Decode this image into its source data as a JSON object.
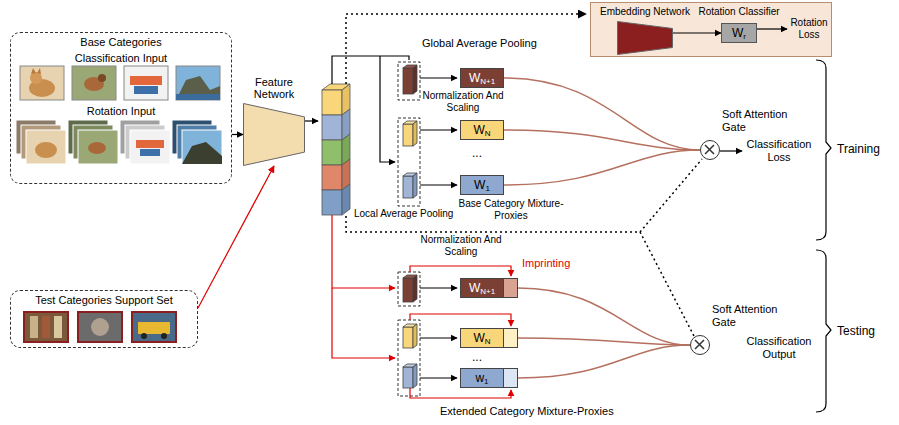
{
  "diagram": {
    "nodes": [
      {
        "text": [
          "Base Categories",
          "Classification Input",
          "Rotation Input"
        ]
      },
      {
        "text": [
          "Feature Network"
        ]
      },
      {
        "text": [
          "Test Categories Support Set"
        ]
      },
      {
        "text": []
      },
      {
        "text": [
          "Embedding Network"
        ],
        "in": 3
      },
      {
        "text": [
          "Rotation Classifier",
          "W",
          "r"
        ],
        "in": 3
      },
      {
        "text": [
          "Rotation Loss"
        ],
        "in": 3
      },
      {
        "text": [
          "W",
          "N+1"
        ]
      },
      {
        "text": [
          "W",
          "N"
        ]
      },
      {
        "text": [
          "W",
          "1"
        ]
      },
      {
        "text": [
          "Soft Attention Gate"
        ]
      },
      {
        "text": [
          "Classification Loss"
        ]
      },
      {
        "text": [
          "W",
          "N+1"
        ]
      },
      {
        "text": [
          "W",
          "N"
        ]
      },
      {
        "text": [
          "w",
          "1"
        ]
      },
      {
        "text": [
          "Soft Attention Gate"
        ]
      },
      {
        "text": [
          "Classification Output"
        ]
      }
    ],
    "edges": [
      {
        "from": 0,
        "to": 1,
        "arrow": "to"
      },
      {
        "from": 2,
        "to": 1,
        "arrow": "to"
      },
      {
        "from": 4,
        "to": 5,
        "arrow": "to"
      },
      {
        "from": 5,
        "to": 6,
        "arrow": "to"
      },
      {
        "from": 7,
        "to": 10,
        "arrow": "none"
      },
      {
        "from": 8,
        "to": 10,
        "arrow": "none"
      },
      {
        "from": 9,
        "to": 10,
        "arrow": "none"
      },
      {
        "from": 10,
        "to": 11,
        "arrow": "to"
      },
      {
        "from": 12,
        "to": 15,
        "arrow": "none"
      },
      {
        "from": 13,
        "to": 15,
        "arrow": "none"
      },
      {
        "from": 14,
        "to": 15,
        "arrow": "none"
      }
    ],
    "labels": [
      "Global Average Pooling",
      "Normalization And Scaling",
      "...",
      "Local Average Pooling",
      "Base Category Mixture-Proxies",
      "Normalization And Scaling",
      "Imprinting",
      "...",
      "Extended Category Mixture-Proxies",
      "Training",
      "Testing"
    ]
  }
}
